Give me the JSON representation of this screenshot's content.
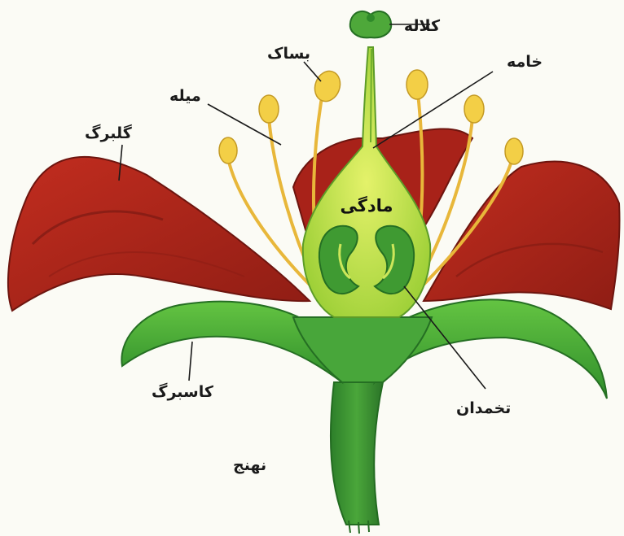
{
  "diagram": {
    "labels": {
      "stigma": "کلاله",
      "anther": "بساک",
      "style": "خامه",
      "filament": "میله",
      "petal": "گلبرگ",
      "pistil": "مادگی",
      "sepal": "کاسبرگ",
      "ovary": "تخمدان",
      "receptacle": "نهنج"
    },
    "colors": {
      "petal": "#b8261c",
      "petal_dark": "#7e1a12",
      "sepal": "#52b83a",
      "sepal_dark": "#2f8a2a",
      "pistil": "#a6d63a",
      "pistil_light": "#d8ec5e",
      "stamen": "#f2c23c",
      "anther": "#f3cf46",
      "background": "#fbfbf5"
    }
  }
}
